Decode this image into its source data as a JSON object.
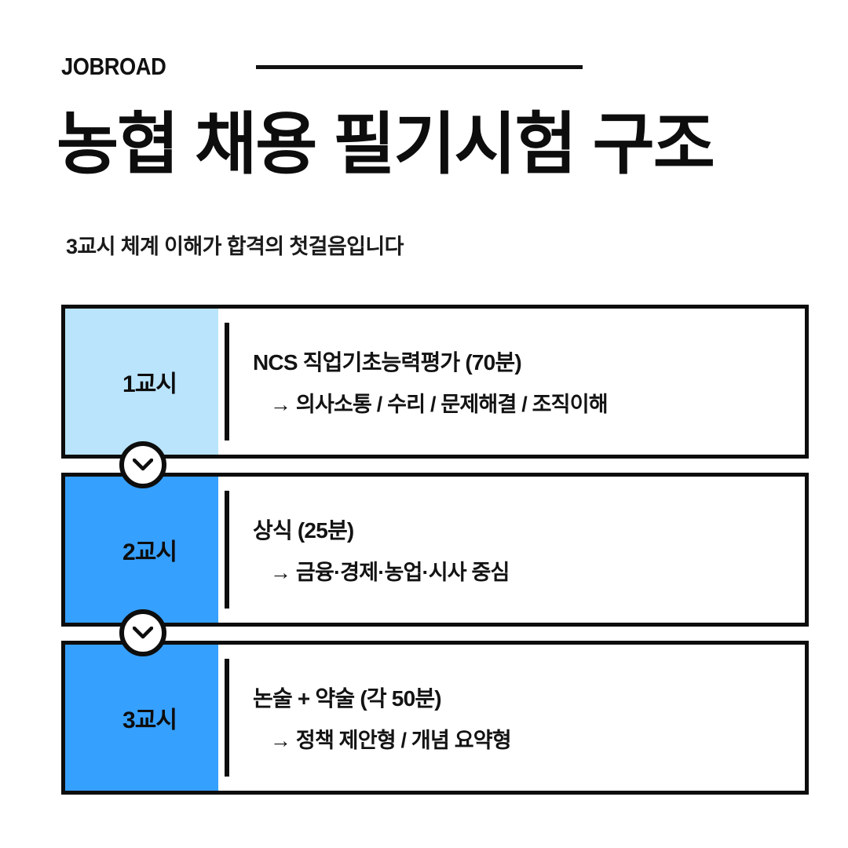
{
  "brand": {
    "logo": "JOBROAD",
    "rule_color": "#111111"
  },
  "header": {
    "title": "농협 채용 필기시험 구조",
    "subtitle": "3교시 체계 이해가 합격의 첫걸음입니다"
  },
  "colors": {
    "ink": "#0d0d0d",
    "light_blue": "#b9e4fc",
    "blue": "#36a0fe",
    "background": "#ffffff"
  },
  "sessions": [
    {
      "tag": "1교시",
      "tag_color": "#b9e4fc",
      "main": "NCS 직업기초능력평가 (70분)",
      "sub": "→ 의사소통 / 수리 / 문제해결 / 조직이해"
    },
    {
      "tag": "2교시",
      "tag_color": "#36a0fe",
      "main": "상식 (25분)",
      "sub": "→ 금융·경제·농업·시사 중심"
    },
    {
      "tag": "3교시",
      "tag_color": "#36a0fe",
      "main": "논술 + 약술 (각 50분)",
      "sub": "→ 정책 제안형 / 개념 요약형"
    }
  ],
  "connectors": [
    {
      "icon": "chevron-down-icon"
    },
    {
      "icon": "chevron-down-icon"
    }
  ]
}
